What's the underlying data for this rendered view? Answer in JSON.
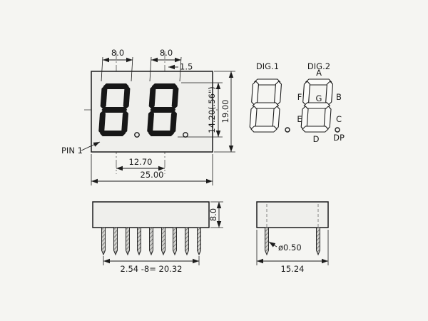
{
  "front_view": {
    "dim_digit1_width": "8.0",
    "dim_digit2_width": "8.0",
    "dim_dp_offset": "1.5",
    "dim_digit_height": "14.20(.56\")",
    "dim_overall_height": "19.00",
    "dim_digit_pitch": "12.70",
    "dim_overall_width": "25.00",
    "pin1_label": "PIN 1"
  },
  "segment_diagram": {
    "digit1_title": "DIG.1",
    "digit2_title": "DIG.2",
    "seg_a": "A",
    "seg_b": "B",
    "seg_c": "C",
    "seg_d": "D",
    "seg_e": "E",
    "seg_f": "F",
    "seg_g": "G",
    "seg_dp": "DP"
  },
  "side_view": {
    "dim_body_thickness": "8.0",
    "dim_pin_pitch": "2.54 -8= 20.32"
  },
  "bottom_view": {
    "dim_pin_diameter": "ø0.50",
    "dim_body_depth": "15.24"
  }
}
